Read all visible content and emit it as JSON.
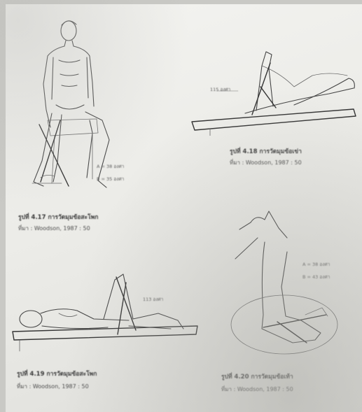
{
  "figures": [
    {
      "id": "fig-4-17",
      "caption_title": "รูปที่ 4.17 การวัดมุมข้อสะโพก",
      "caption_source": "ที่มา : Woodson, 1987 : 50",
      "labels": [
        "A = 38 องศา",
        "B = 35 องศา"
      ]
    },
    {
      "id": "fig-4-18",
      "caption_title": "รูปที่ 4.18 การวัดมุมข้อเข่า",
      "caption_source": "ที่มา : Woodson, 1987 : 50",
      "labels": [
        "115 องศา"
      ]
    },
    {
      "id": "fig-4-19",
      "caption_title": "รูปที่ 4.19 การวัดมุมข้อสะโพก",
      "caption_source": "ที่มา : Woodson, 1987 : 50",
      "labels": [
        "113 องศา"
      ]
    },
    {
      "id": "fig-4-20",
      "caption_title": "รูปที่ 4.20 การวัดมุมข้อเท้า",
      "caption_source": "ที่มา : Woodson, 1987 : 50",
      "labels": [
        "A = 38 องศา",
        "B = 43 องศา"
      ]
    }
  ]
}
